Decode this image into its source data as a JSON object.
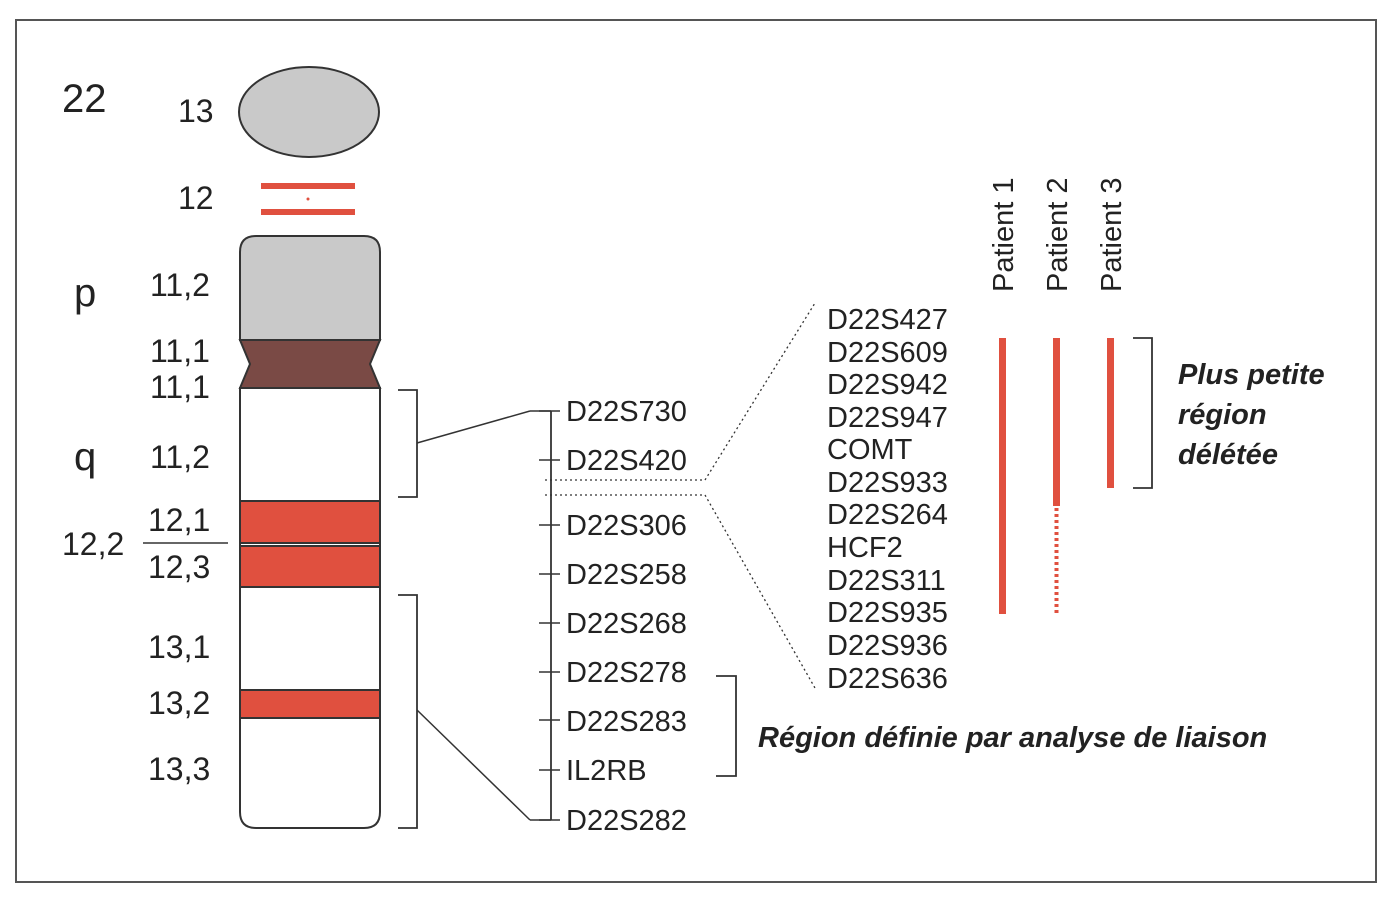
{
  "chromosome": {
    "number": "22",
    "arm_p": "p",
    "arm_q": "q",
    "bands": {
      "p13": "13",
      "p12": "12",
      "p11_2": "11,2",
      "p11_1": "11,1",
      "q11_1": "11,1",
      "q11_2": "11,2",
      "q12_1": "12,1",
      "q12_2": "12,2",
      "q12_3": "12,3",
      "q13_1": "13,1",
      "q13_2": "13,2",
      "q13_3": "13,3"
    }
  },
  "map_markers": [
    "D22S730",
    "D22S420",
    "D22S306",
    "D22S258",
    "D22S268",
    "D22S278",
    "D22S283",
    "IL2RB",
    "D22S282"
  ],
  "detail_markers": [
    "D22S427",
    "D22S609",
    "D22S942",
    "D22S947",
    "COMT",
    "D22S933",
    "D22S264",
    "HCF2",
    "D22S311",
    "D22S935",
    "D22S936",
    "D22S636"
  ],
  "patients": [
    "Patient 1",
    "Patient 2",
    "Patient 3"
  ],
  "annotations": {
    "smallest_region_line1": "Plus petite",
    "smallest_region_line2": "région",
    "smallest_region_line3": "délétée",
    "linkage_region": "Région définie par analyse de liaison"
  },
  "colors": {
    "deletion_red": "#e0503f",
    "centromere": "#7a4a45",
    "p_arm_gray": "#c9c9c9",
    "frame": "#555555"
  }
}
